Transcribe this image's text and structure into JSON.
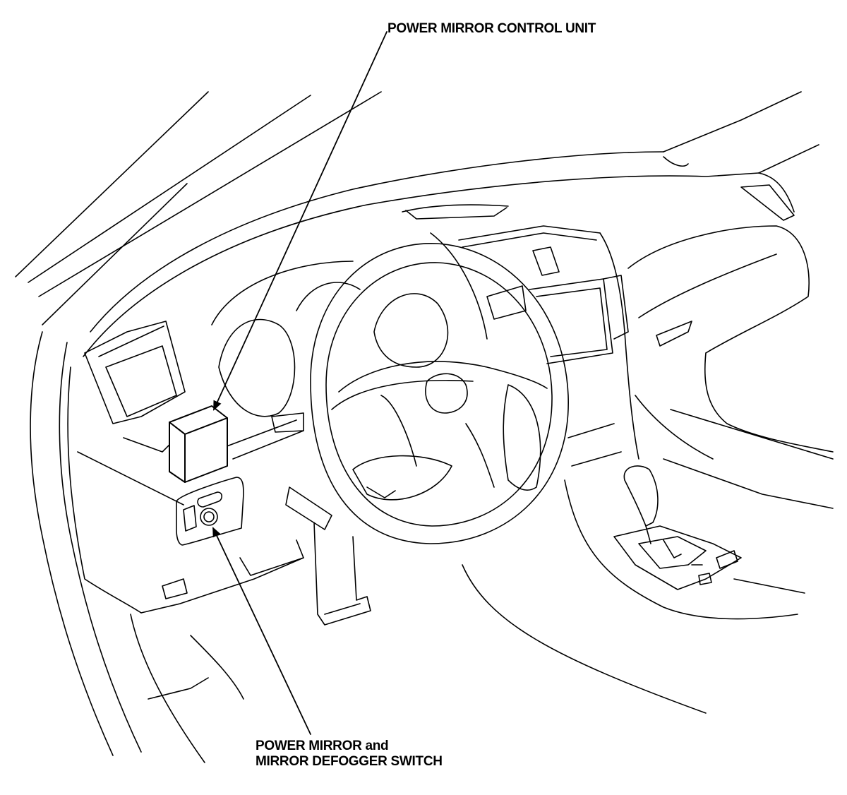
{
  "callouts": {
    "control_unit": {
      "text": "POWER MIRROR CONTROL UNIT"
    },
    "switch": {
      "line1": "POWER MIRROR and",
      "line2": "MIRROR DEFOGGER SWITCH"
    }
  },
  "colors": {
    "line": "#000000",
    "background": "#ffffff"
  }
}
